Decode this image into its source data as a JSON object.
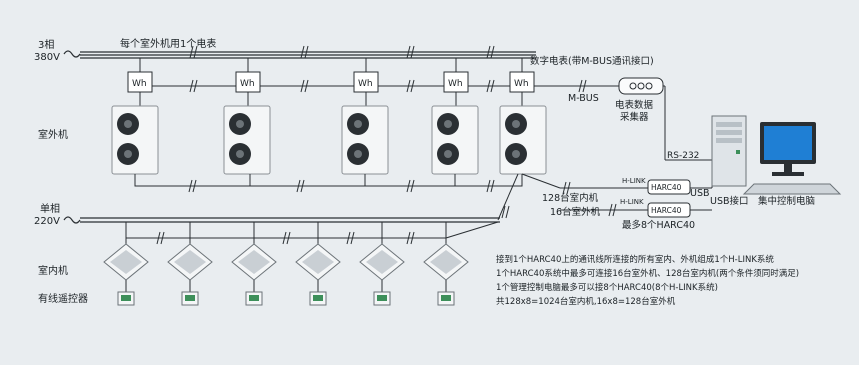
{
  "power": {
    "three_phase_line1": "3相",
    "three_phase_line2": "380V",
    "single_phase_line1": "单相",
    "single_phase_line2": "220V"
  },
  "labels": {
    "meter_per_unit": "每个室外机用1个电表",
    "digital_meter": "数字电表(带M-BUS通讯接口)",
    "mbus": "M-BUS",
    "collector_line1": "电表数据",
    "collector_line2": "采集器",
    "outdoor_units": "室外机",
    "indoor_units": "室内机",
    "wired_controller": "有线遥控器",
    "rs232": "RS-232",
    "usb": "USB",
    "usb_port": "USB接口",
    "central_pc": "集中控制电脑",
    "max_indoor": "128台室内机",
    "max_outdoor": "16台室外机",
    "max_harc": "最多8个HARC40",
    "hlink_1": "H-LINK",
    "hlink_2": "H-LINK",
    "harc_1": "HARC40",
    "harc_2": "HARC40"
  },
  "meter_label": "Wh",
  "notes": [
    "接到1个HARC40上的通讯线所连接的所有室内、外机组成1个H-LINK系统",
    "1个HARC40系统中最多可连接16台室外机、128台室内机(两个条件须同时满足)",
    "1个管理控制电脑最多可以接8个HARC40(8个H-LINK系统)",
    "共128x8=1024台室内机,16x8=128台室外机"
  ],
  "colors": {
    "background": "#e9edf0",
    "unit_body": "#f4f6f7",
    "fan_dark": "#2a2f33",
    "controller_green": "#3d8f5a",
    "monitor_blue": "#1f7fd4",
    "line": "#2a2f33"
  }
}
